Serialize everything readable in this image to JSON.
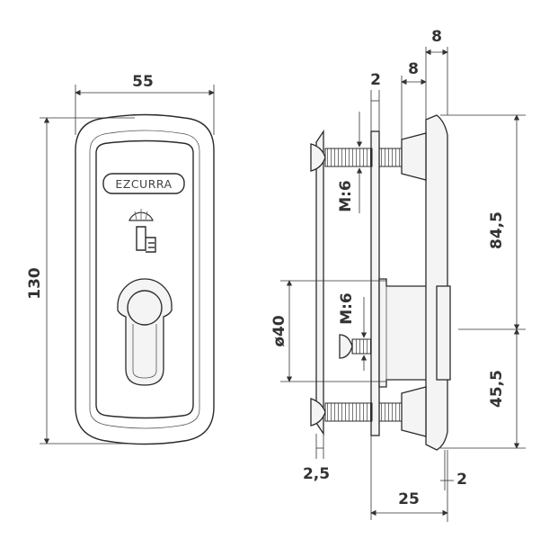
{
  "front_view": {
    "brand": "EZCURRA",
    "width_label": "55",
    "height_label": "130"
  },
  "side_view": {
    "top_gap_label": "2",
    "offset_label_1": "8",
    "offset_label_2": "8",
    "upper_height_label": "84,5",
    "lower_height_label": "45,5",
    "thread_upper_label": "M:6",
    "thread_lower_label": "M:6",
    "diameter_label": "ø40",
    "plate_thickness_label": "2,5",
    "bottom_gap_label": "2",
    "depth_label": "25"
  }
}
